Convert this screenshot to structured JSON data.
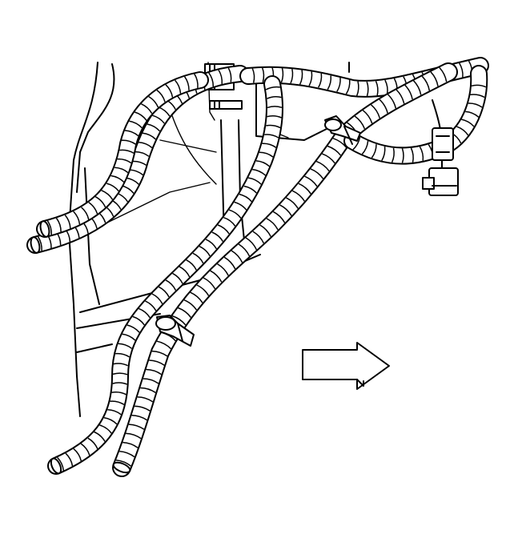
{
  "diagram": {
    "subject": "wiring-harness-conduit-routing",
    "conduit_count": 6,
    "clip_count": 2,
    "connector_count": 2,
    "indicator": {
      "icon": "arrow-right-icon",
      "direction": "right"
    },
    "colors": {
      "line": "#000000",
      "background": "#ffffff"
    }
  }
}
